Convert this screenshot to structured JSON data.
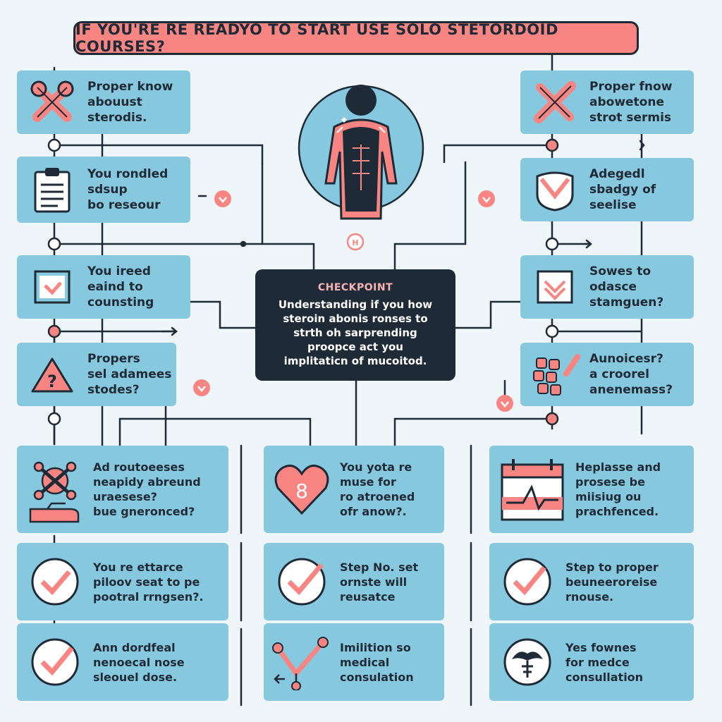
{
  "banner": {
    "title": "IF YOU'RE RE READYO TO START USE SOLO STETORDOID COURSES?"
  },
  "checkpoint": {
    "title": "CHECKPOINT",
    "body": "Understanding if you how\nsteroin abonis ronses to\nstrth oh sarprending\nproopce act you\nimplitaticn of mucoitod."
  },
  "hub": {
    "label": "H"
  },
  "colors": {
    "card": "#86c8de",
    "accent": "#f98582",
    "ink": "#1f2a37",
    "bg": "#eef6f9"
  },
  "left_column": [
    {
      "icon": "crossed-syringes-icon",
      "text": "Proper know\nabouust\nsterodis."
    },
    {
      "icon": "clipboard-icon",
      "text": "You rondled\nsdsup\nbo reseour"
    },
    {
      "icon": "checkbox-icon",
      "text": "You ireed\neaind to\ncounsting"
    },
    {
      "icon": "warning-icon",
      "text": "Propers\nsel adamees\nstodes?"
    }
  ],
  "right_column": [
    {
      "icon": "crossed-syringe-icon",
      "text": "Proper fnow\nabowetone\nstrot sermis"
    },
    {
      "icon": "shield-check-icon",
      "text": "Adegedl\nsbadgy of\nseelise"
    },
    {
      "icon": "checkbox-icon",
      "text": "Sowes to\nodasce\nstamguen?"
    },
    {
      "icon": "pills-icon",
      "text": "Aunoicesr?\na croorel\nanenemass?"
    }
  ],
  "grid": [
    [
      {
        "icon": "bone-hand-icon",
        "text": "Ad routoeeses\nneapidy abreund\nuraesese?\nbue gneronced?"
      },
      {
        "icon": "heart-icon",
        "text": "You yota re\nmuse for\nro atroened\nofr anow?."
      },
      {
        "icon": "calendar-chart-icon",
        "text": "Heplasse and\nprosese be\nmiisiug ou\nprachfenced."
      }
    ],
    [
      {
        "icon": "check-circle-icon",
        "text": "You re ettarce\npiloov seat to pe\npootral rrngsen?."
      },
      {
        "icon": "check-circle-icon",
        "text": "Step No. set\nornste will\nreusatce"
      },
      {
        "icon": "check-circle-icon",
        "text": "Step to proper\nbeuneeroreise\nrnouse."
      }
    ],
    [
      {
        "icon": "check-circle-icon",
        "text": "Ann dordfeal\nnenoecal nose\nsleouel dose."
      },
      {
        "icon": "checkmark-route-icon",
        "text": "Imilition so\nmedical\nconsulation"
      },
      {
        "icon": "umbrella-icon",
        "text": "Yes fownes\nfor medce\nconsullation"
      }
    ]
  ]
}
